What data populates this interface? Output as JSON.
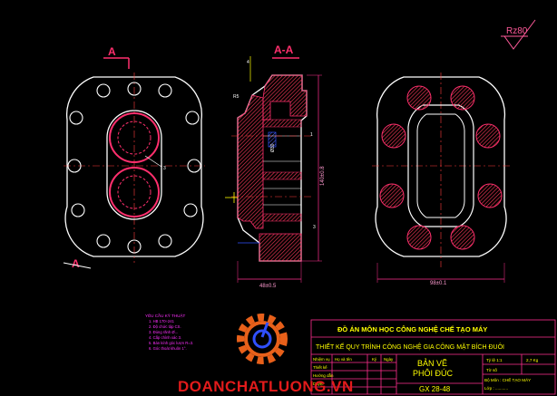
{
  "section_marks": {
    "view_letter": "A",
    "section_title": "A-A"
  },
  "roughness_symbol": "Rz80",
  "dimensions": {
    "width_left": "48±0.5",
    "height_section": "140±0.8",
    "width_right": "98±0.1",
    "fillet_r5": "R5",
    "wall_3": "3",
    "step_1": "1",
    "note_3": "3",
    "top_4": "4",
    "bore": "Ø30",
    "hole_3": "3"
  },
  "technical_requirements": {
    "title": "YÊU CẦU KỸ THUẬT",
    "items": [
      "1. HB 170÷241",
      "2. Độ chức tập CS.",
      "3. Đúng rãnh Ø...",
      "4. Cấp chính xác 3.",
      "5. Bán kính góc lượn R=3.",
      "6. Góc thoát khuôn 1°."
    ]
  },
  "title_block": {
    "project": "ĐỒ ÁN MÔN HỌC CÔNG NGHỆ CHẾ TẠO MÁY",
    "subject": "THIẾT KẾ QUY TRÌNH CÔNG NGHỆ GIA CÔNG MẶT BÍCH ĐUÔI",
    "drawing_name_1": "BẢN VẼ",
    "drawing_name_2": "PHÔI ĐÚC",
    "drawing_code": "GX 28-48",
    "scale": "Tỷ lệ 1:1",
    "mass": "2,7 Kg",
    "sheet": "Tờ số",
    "dept": "Bộ Môn : CHẾ TẠO MÁY",
    "class": "Lớp : ...........",
    "row_headers": [
      "Nhiệm vụ",
      "Họ và tên",
      "Ký",
      "Ngày"
    ],
    "roles": [
      "Thiết kế",
      "Hướng dẫn",
      "Duyệt"
    ]
  },
  "watermark": "DOANCHATLUONG.VN",
  "colors": {
    "outline": "#ffffff",
    "hatch": "#ff2f6d",
    "hatch_fill": "#ff5a5a",
    "dimension": "#ff2f8f",
    "leader_yellow": "#ffff00",
    "accent_blue": "#3050ff",
    "center_line": "#ff3b3b",
    "watermark_red": "#e21b1b",
    "watermark_gear": "#e8601a"
  }
}
